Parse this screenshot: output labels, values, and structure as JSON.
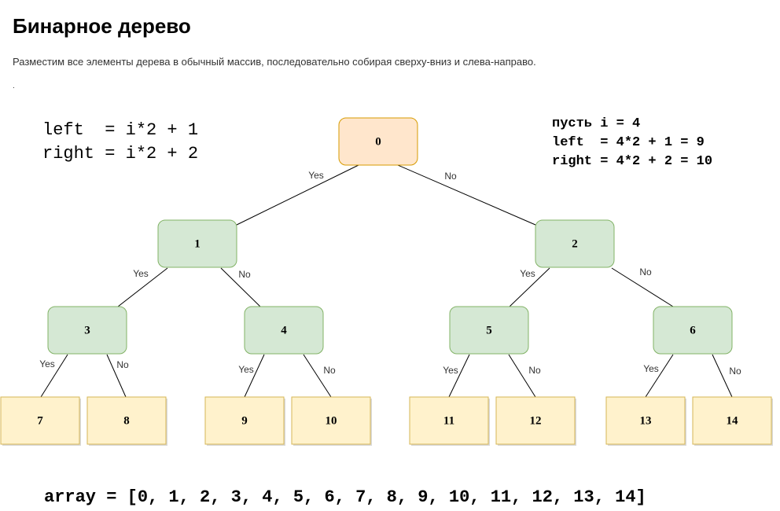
{
  "header": {
    "title": "Бинарное дерево",
    "subtitle": "Разместим все элементы дерева в обычный массив, последовательно собирая сверху-вниз и слева-направо.",
    "dot": "."
  },
  "formula": {
    "left": "left  = i*2 + 1",
    "right": "right = i*2 + 2"
  },
  "example": {
    "line1": "пусть i = 4",
    "line2": "left  = 4*2 + 1 = 9",
    "line3": "right = 4*2 + 2 = 10"
  },
  "array_text": "array = [0, 1, 2, 3, 4, 5, 6, 7, 8, 9, 10, 11, 12, 13, 14]",
  "colors": {
    "root_fill": "#ffe6cc",
    "root_stroke": "#d79b00",
    "inner_fill": "#d5e8d4",
    "inner_stroke": "#82b366",
    "leaf_fill": "#fff2cc",
    "leaf_stroke": "#d6b656"
  },
  "tree": {
    "nodes": [
      {
        "id": "0",
        "kind": "root"
      },
      {
        "id": "1",
        "kind": "inner"
      },
      {
        "id": "2",
        "kind": "inner"
      },
      {
        "id": "3",
        "kind": "inner"
      },
      {
        "id": "4",
        "kind": "inner"
      },
      {
        "id": "5",
        "kind": "inner"
      },
      {
        "id": "6",
        "kind": "inner"
      },
      {
        "id": "7",
        "kind": "leaf"
      },
      {
        "id": "8",
        "kind": "leaf"
      },
      {
        "id": "9",
        "kind": "leaf"
      },
      {
        "id": "10",
        "kind": "leaf"
      },
      {
        "id": "11",
        "kind": "leaf"
      },
      {
        "id": "12",
        "kind": "leaf"
      },
      {
        "id": "13",
        "kind": "leaf"
      },
      {
        "id": "14",
        "kind": "leaf"
      }
    ],
    "edges": [
      {
        "from": "0",
        "to": "1",
        "label": "Yes"
      },
      {
        "from": "0",
        "to": "2",
        "label": "No"
      },
      {
        "from": "1",
        "to": "3",
        "label": "Yes"
      },
      {
        "from": "1",
        "to": "4",
        "label": "No"
      },
      {
        "from": "2",
        "to": "5",
        "label": "Yes"
      },
      {
        "from": "2",
        "to": "6",
        "label": "No"
      },
      {
        "from": "3",
        "to": "7",
        "label": "Yes"
      },
      {
        "from": "3",
        "to": "8",
        "label": "No"
      },
      {
        "from": "4",
        "to": "9",
        "label": "Yes"
      },
      {
        "from": "4",
        "to": "10",
        "label": "No"
      },
      {
        "from": "5",
        "to": "11",
        "label": "Yes"
      },
      {
        "from": "5",
        "to": "12",
        "label": "No"
      },
      {
        "from": "6",
        "to": "13",
        "label": "Yes"
      },
      {
        "from": "6",
        "to": "14",
        "label": "No"
      }
    ]
  }
}
